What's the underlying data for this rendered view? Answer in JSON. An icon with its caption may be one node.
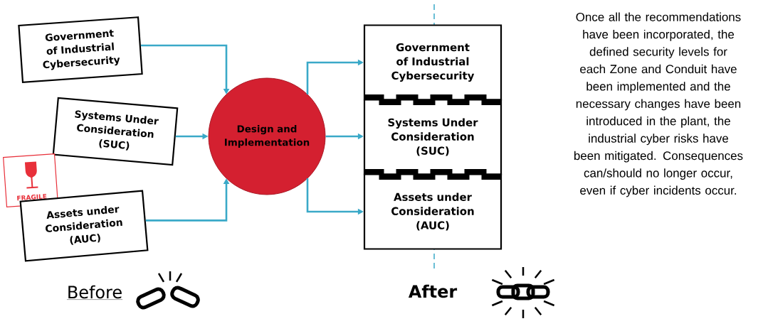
{
  "diagram": {
    "nodes": [
      {
        "text": [
          "Government of Industrial Cybersecurity"
        ]
      },
      {
        "text": [
          "Systems Under Consideration (SUC)"
        ]
      },
      {
        "text": [
          "FRAGILE"
        ]
      },
      {
        "text": [
          "Assets under Consideration (AUC)"
        ]
      },
      {
        "text": [
          "Design and Implementation"
        ]
      },
      {
        "text": [
          "Government of Industrial Cybersecurity"
        ]
      },
      {
        "text": [
          "Systems Under Consideration (SUC)"
        ]
      },
      {
        "text": [
          "Assets under Consideration (AUC)"
        ]
      }
    ],
    "edges": [
      {
        "from": 0,
        "to": 4,
        "arrow": "to"
      },
      {
        "from": 1,
        "to": 4,
        "arrow": "to"
      },
      {
        "from": 3,
        "to": 4,
        "arrow": "to"
      },
      {
        "from": 4,
        "to": 5,
        "arrow": "to"
      },
      {
        "from": 4,
        "to": 6,
        "arrow": "to"
      },
      {
        "from": 4,
        "to": 7,
        "arrow": "to"
      }
    ],
    "labels": [
      "Before",
      "After",
      "Once all the recommendations have been incorporated, the defined security levels for each Zone and Conduit have been implemented and the necessary changes have been introduced in the plant, the industrial cyber risks have been mitigated. Consequences can/should no longer occur, even if cyber incidents occur."
    ]
  }
}
